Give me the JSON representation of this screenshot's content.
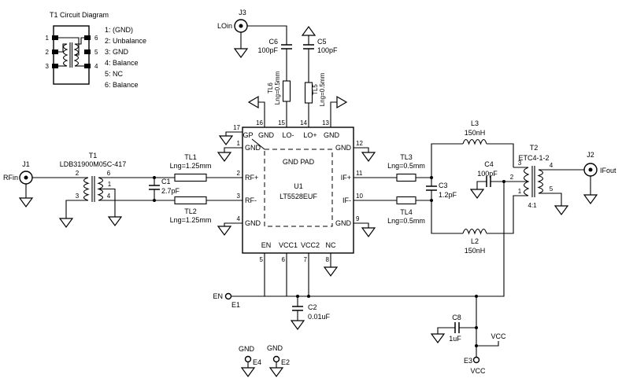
{
  "legend": {
    "title": "T1 Circuit Diagram",
    "pins_left": [
      "1",
      "2",
      "3"
    ],
    "pins_right": [
      "6",
      "5",
      "4"
    ],
    "items": [
      "1: (GND)",
      "2: Unbalance",
      "3: GND",
      "4: Balance",
      "5: NC",
      "6: Balance"
    ]
  },
  "connectors": {
    "j1": {
      "ref": "J1",
      "net": "RFin"
    },
    "j2": {
      "ref": "J2",
      "net": "IFout"
    },
    "j3": {
      "ref": "J3",
      "net": "LOin"
    }
  },
  "testpoints": {
    "e1": {
      "ref": "E1",
      "net": "EN"
    },
    "e2": {
      "ref": "E2",
      "net": "GND"
    },
    "e3": {
      "ref": "E3",
      "net": "VCC"
    },
    "e4": {
      "ref": "E4",
      "net": "GND"
    }
  },
  "nets": {
    "vcc": "VCC"
  },
  "ic": {
    "ref": "U1",
    "part": "LT5528EUF",
    "pad": "GND PAD",
    "top": [
      {
        "n": "16",
        "name": "GND"
      },
      {
        "n": "15",
        "name": "LO-"
      },
      {
        "n": "14",
        "name": "LO+"
      },
      {
        "n": "13",
        "name": "GND"
      }
    ],
    "left": [
      {
        "n": "17",
        "name": "GP"
      },
      {
        "n": "1",
        "name": "GND"
      },
      {
        "n": "2",
        "name": "RF+"
      },
      {
        "n": "3",
        "name": "RF-"
      },
      {
        "n": "4",
        "name": "GND"
      }
    ],
    "right": [
      {
        "n": "12",
        "name": "GND"
      },
      {
        "n": "11",
        "name": "IF+"
      },
      {
        "n": "10",
        "name": "IF-"
      },
      {
        "n": "9",
        "name": "GND"
      }
    ],
    "bottom": [
      {
        "n": "5",
        "name": "EN"
      },
      {
        "n": "6",
        "name": "VCC1"
      },
      {
        "n": "7",
        "name": "VCC2"
      },
      {
        "n": "8",
        "name": "NC"
      }
    ]
  },
  "transformers": {
    "t1": {
      "ref": "T1",
      "part": "LDB31900M05C-417",
      "pins": {
        "in_top": "2",
        "in_bot": "3",
        "out_top": "6",
        "out_mid": "1",
        "out_bot": "4"
      }
    },
    "t2": {
      "ref": "T2",
      "part": "ETC4-1-2",
      "ratio": "4:1",
      "pins": {
        "in_top": "3",
        "in_mid": "2",
        "in_bot": "1",
        "out_top": "4",
        "out_bot": "5"
      }
    }
  },
  "capacitors": {
    "c1": {
      "ref": "C1",
      "value": "2.7pF"
    },
    "c2": {
      "ref": "C2",
      "value": "0.01uF"
    },
    "c3": {
      "ref": "C3",
      "value": "1.2pF"
    },
    "c4": {
      "ref": "C4",
      "value": "100pF"
    },
    "c5": {
      "ref": "C5",
      "value": "100pF"
    },
    "c6": {
      "ref": "C6",
      "value": "100pF"
    },
    "c8": {
      "ref": "C8",
      "value": "1uF"
    }
  },
  "inductors": {
    "l2": {
      "ref": "L2",
      "value": "150nH"
    },
    "l3": {
      "ref": "L3",
      "value": "150nH"
    }
  },
  "tlines": {
    "tl1": {
      "ref": "TL1",
      "value": "Lng=1.25mm"
    },
    "tl2": {
      "ref": "TL2",
      "value": "Lng=1.25mm"
    },
    "tl3": {
      "ref": "TL3",
      "value": "Lng=0.5mm"
    },
    "tl4": {
      "ref": "TL4",
      "value": "Lng=0.5mm"
    },
    "tl5": {
      "ref": "TL5",
      "value": "Lng=0.5mm"
    },
    "tl6": {
      "ref": "TL6",
      "value": "Lng=0.5mm"
    }
  }
}
